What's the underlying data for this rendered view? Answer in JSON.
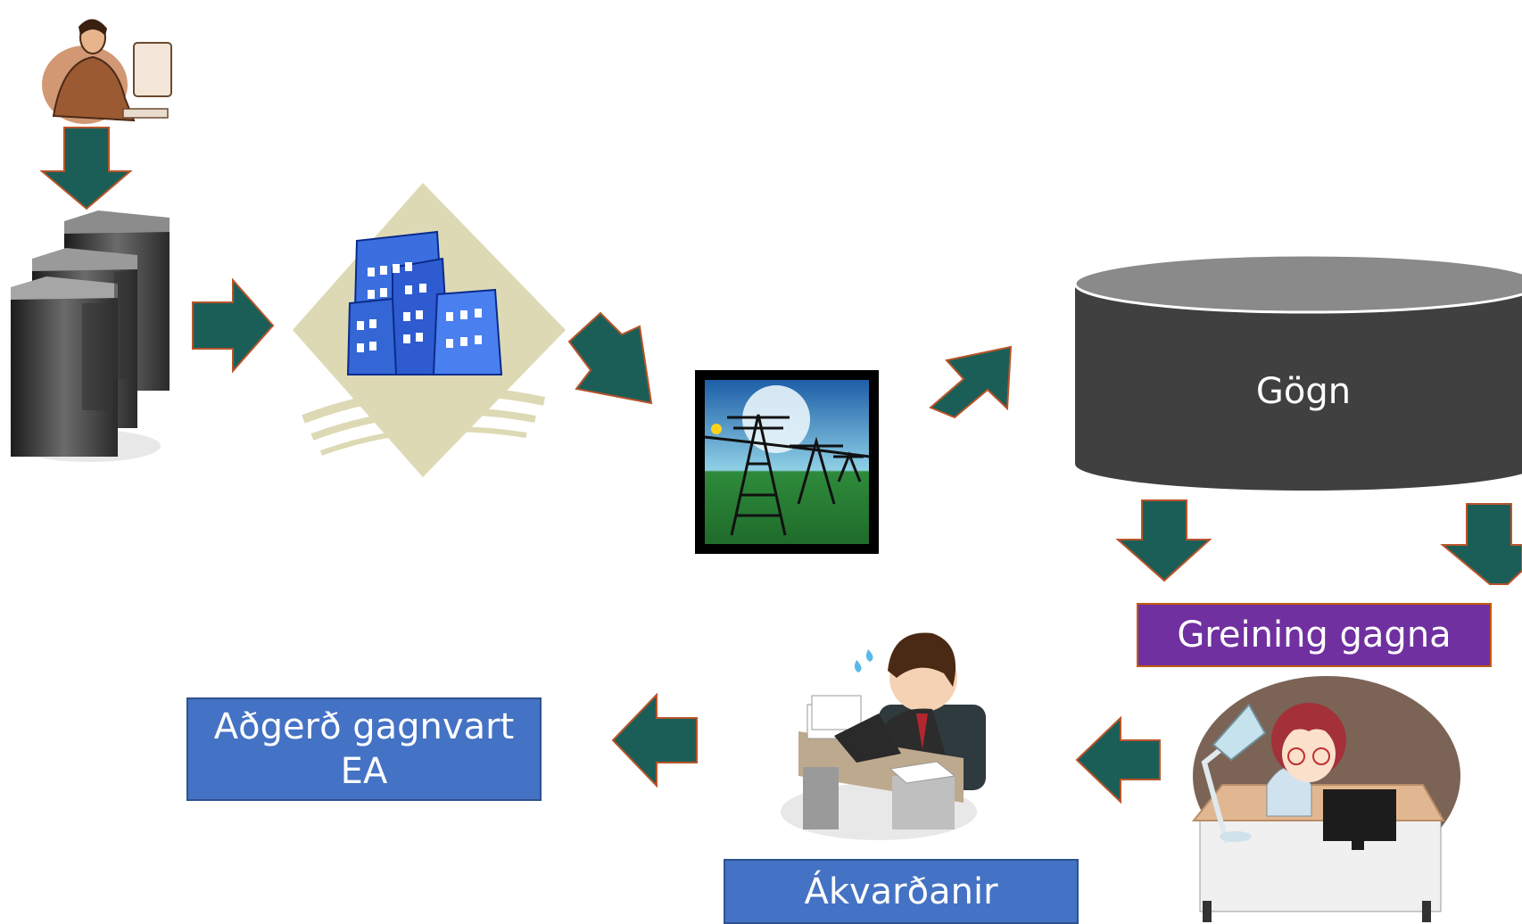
{
  "diagram": {
    "database_label": "Gögn",
    "analysis_label": "Greining gagna",
    "decisions_label": "Ákvarðanir",
    "action_label_line1": "Aðgerð gagnvart",
    "action_label_line2": "EA"
  },
  "colors": {
    "arrow_fill": "#1b5e58",
    "arrow_stroke": "#b8542a",
    "database_body": "#404040",
    "database_top": "#8a8a8a",
    "label_blue": "#4472c4",
    "label_purple": "#7030a0"
  },
  "icons": [
    "office-worker-icon",
    "server-rack-icon",
    "city-buildings-icon",
    "power-lines-icon",
    "database-icon",
    "analyst-woman-icon",
    "stressed-worker-icon"
  ]
}
